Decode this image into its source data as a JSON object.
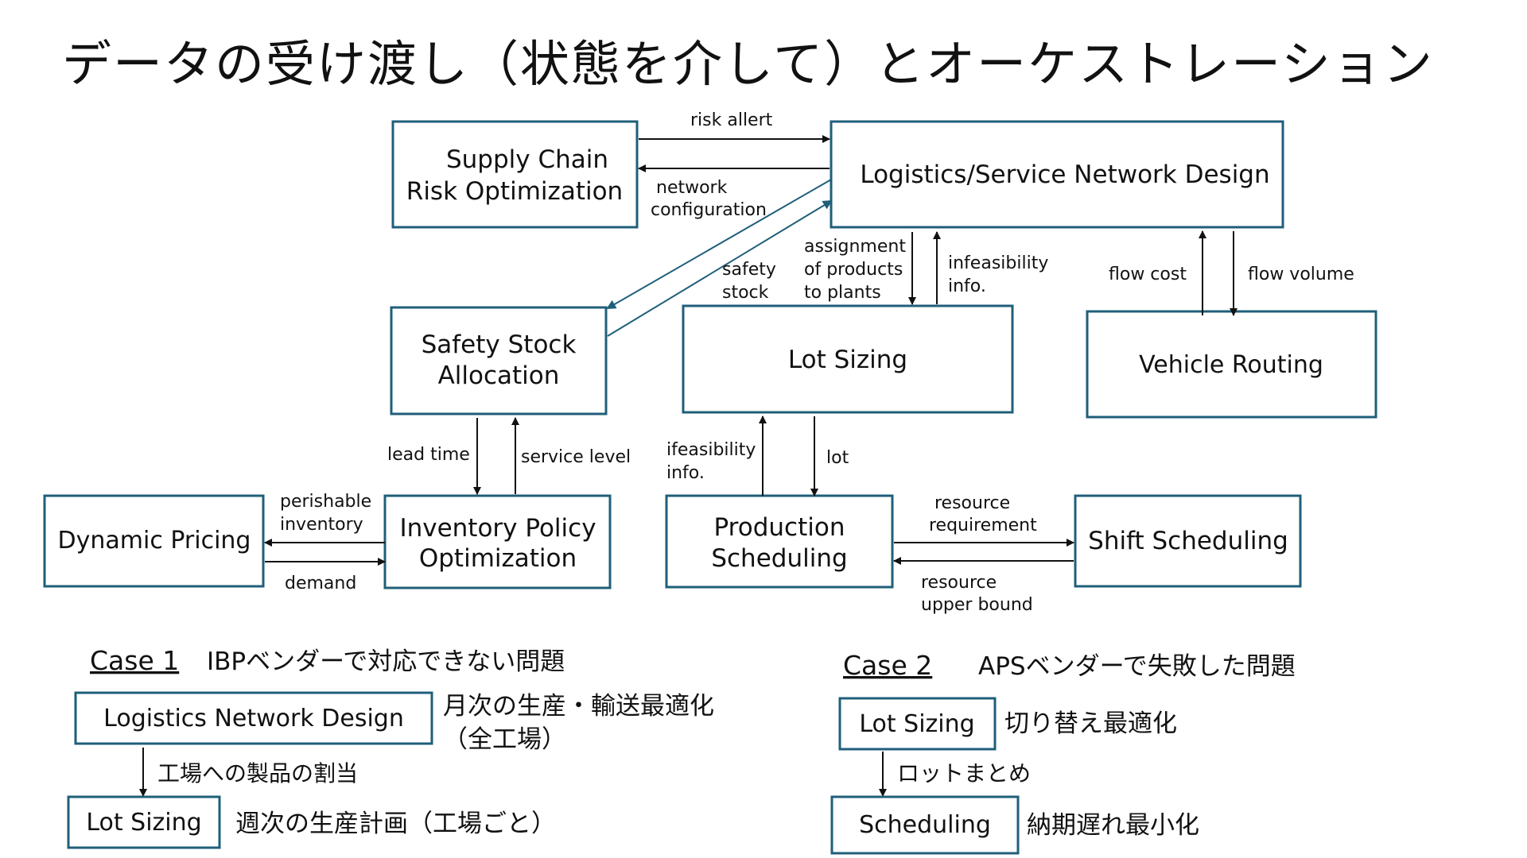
{
  "title": "データの受け渡し（状態を介して）とオーケストレーション",
  "colors": {
    "box_border": "#1f5f7a",
    "arrow": "#111111",
    "text": "#111111"
  },
  "nodes": {
    "supply_chain_risk": [
      "Supply Chain",
      "Risk Optimization"
    ],
    "logistics_network_design": "Logistics/Service Network Design",
    "safety_stock": [
      "Safety Stock",
      "Allocation"
    ],
    "lot_sizing": "Lot Sizing",
    "vehicle_routing": "Vehicle Routing",
    "dynamic_pricing": "Dynamic Pricing",
    "inventory_policy": [
      "Inventory Policy",
      "Optimization"
    ],
    "production_scheduling": [
      "Production",
      "Scheduling"
    ],
    "shift_scheduling": "Shift Scheduling"
  },
  "edges": {
    "risk_allert": "risk allert",
    "network_configuration": [
      "network",
      "configuration"
    ],
    "safety_stock": [
      "safety",
      "stock"
    ],
    "assignment": [
      "assignment",
      "of products",
      "to plants"
    ],
    "infeasibility_info": [
      "infeasibility",
      "info."
    ],
    "flow_cost": "flow cost",
    "flow_volume": "flow volume",
    "lead_time": "lead time",
    "service_level": "service level",
    "ifeasibility_info": [
      "ifeasibility",
      "info."
    ],
    "lot": "lot",
    "perishable_inventory": [
      "perishable",
      "inventory"
    ],
    "demand": "demand",
    "resource_requirement": [
      "resource",
      "requirement"
    ],
    "resource_upper_bound": [
      "resource",
      "upper bound"
    ]
  },
  "case1": {
    "label": "Case 1",
    "title": "IBPベンダーで対応できない問題",
    "box_top": "Logistics Network Design",
    "box_top_note": [
      "月次の生産・輸送最適化",
      "（全工場）"
    ],
    "arrow_label": "工場への製品の割当",
    "box_bottom": "Lot Sizing",
    "box_bottom_note": "週次の生産計画（工場ごと）"
  },
  "case2": {
    "label": "Case 2",
    "title": "APSベンダーで失敗した問題",
    "box_top": "Lot Sizing",
    "box_top_note": "切り替え最適化",
    "arrow_label": "ロットまとめ",
    "box_bottom": "Scheduling",
    "box_bottom_note": "納期遅れ最小化"
  }
}
